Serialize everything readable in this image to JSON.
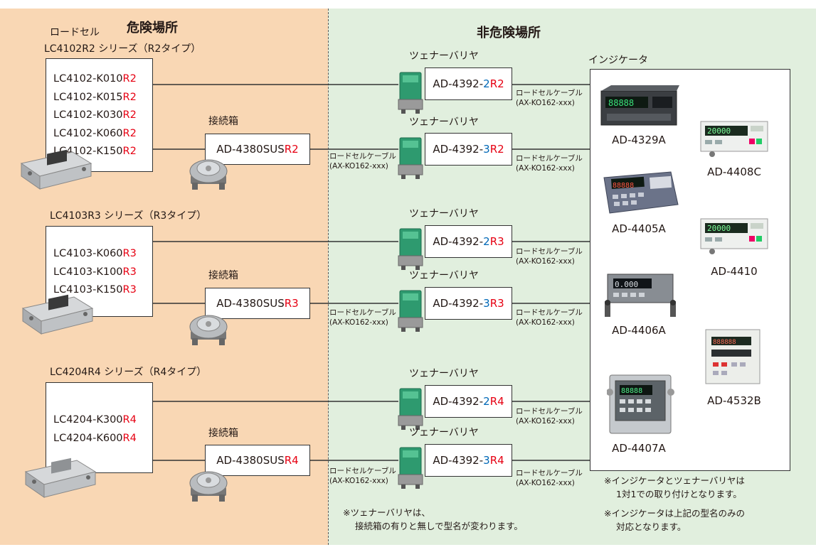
{
  "zones": {
    "hazardous": "危険場所",
    "non_hazardous": "非危険場所"
  },
  "loadcell_heading": "ロードセル",
  "series": [
    {
      "title": "LC4102R2 シリーズ（R2タイプ）",
      "models": [
        {
          "base": "LC4102-K010",
          "suffix": "R2"
        },
        {
          "base": "LC4102-K015",
          "suffix": "R2"
        },
        {
          "base": "LC4102-K030",
          "suffix": "R2"
        },
        {
          "base": "LC4102-K060",
          "suffix": "R2"
        },
        {
          "base": "LC4102-K150",
          "suffix": "R2"
        }
      ],
      "junction_box": {
        "label": "接続箱",
        "base": "AD-4380SUS",
        "suffix": "R2"
      },
      "barriers": [
        {
          "label": "ツェナーバリヤ",
          "base": "AD-4392-",
          "num": "2",
          "suffix": "R2"
        },
        {
          "label": "ツェナーバリヤ",
          "base": "AD-4392-",
          "num": "3",
          "suffix": "R2"
        }
      ]
    },
    {
      "title": "LC4103R3 シリーズ（R3タイプ）",
      "models": [
        {
          "base": "LC4103-K060",
          "suffix": "R3"
        },
        {
          "base": "LC4103-K100",
          "suffix": "R3"
        },
        {
          "base": "LC4103-K150",
          "suffix": "R3"
        }
      ],
      "junction_box": {
        "label": "接続箱",
        "base": "AD-4380SUS",
        "suffix": "R3"
      },
      "barriers": [
        {
          "label": "ツェナーバリヤ",
          "base": "AD-4392-",
          "num": "2",
          "suffix": "R3"
        },
        {
          "label": "ツェナーバリヤ",
          "base": "AD-4392-",
          "num": "3",
          "suffix": "R3"
        }
      ]
    },
    {
      "title": "LC4204R4 シリーズ（R4タイプ）",
      "models": [
        {
          "base": "LC4204-K300",
          "suffix": "R4"
        },
        {
          "base": "LC4204-K600",
          "suffix": "R4"
        }
      ],
      "junction_box": {
        "label": "接続箱",
        "base": "AD-4380SUS",
        "suffix": "R4"
      },
      "barriers": [
        {
          "label": "ツェナーバリヤ",
          "base": "AD-4392-",
          "num": "2",
          "suffix": "R4"
        },
        {
          "label": "ツェナーバリヤ",
          "base": "AD-4392-",
          "num": "3",
          "suffix": "R4"
        }
      ]
    }
  ],
  "cable": {
    "name": "ロードセルケーブル",
    "model": "(AX-KO162-xxx)"
  },
  "indicator_heading": "インジケータ",
  "indicators": [
    "AD-4329A",
    "AD-4408C",
    "AD-4405A",
    "AD-4410",
    "AD-4406A",
    "AD-4532B",
    "AD-4407A"
  ],
  "notes": {
    "barrier_note_1": "※ツェナーバリヤは、",
    "barrier_note_2": "接続箱の有りと無しで型名が変わります。",
    "indicator_note_1": "※インジケータとツェナーバリヤは",
    "indicator_note_2": "1対1での取り付けとなります。",
    "indicator_note_3": "※インジケータは上記の型名のみの",
    "indicator_note_4": "対応となります。"
  },
  "colors": {
    "suffix_red": "#e60012",
    "num_blue": "#0068b7",
    "hazard_bg": "#f9d7b4",
    "safe_bg": "#e1efde"
  }
}
